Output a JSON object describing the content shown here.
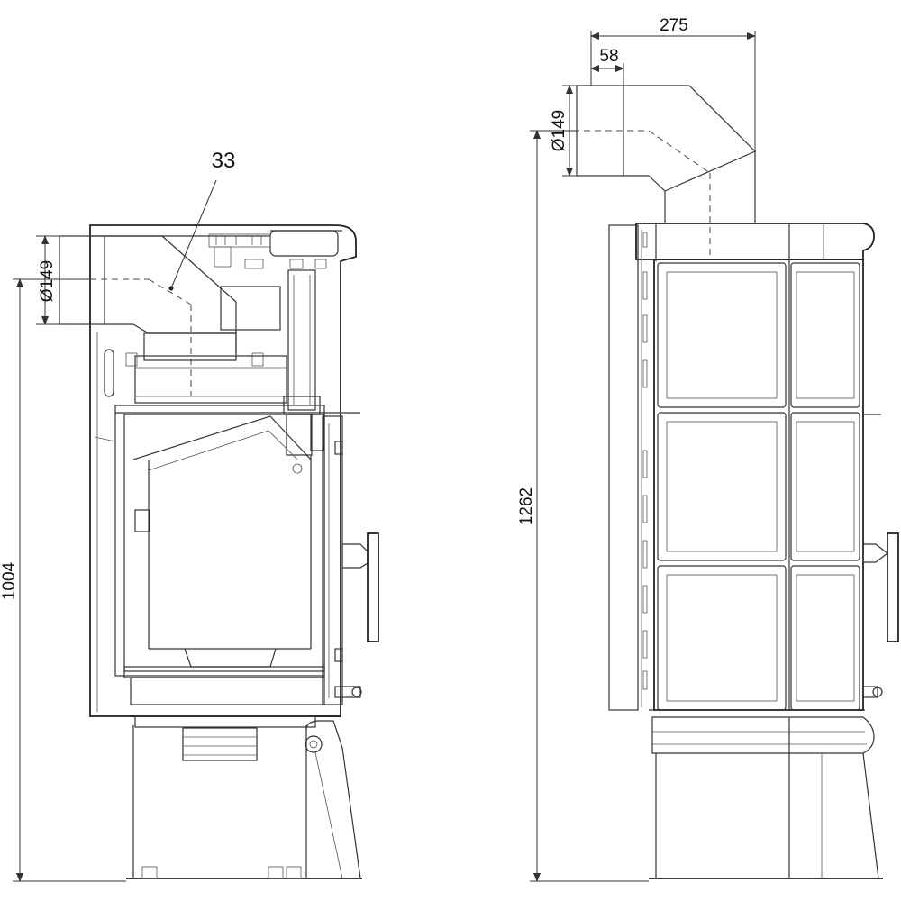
{
  "callout_label": "33",
  "dimensions": {
    "side_height": "1004",
    "side_pipe_diameter": "Ø149",
    "front_height": "1262",
    "front_pipe_diameter": "Ø149",
    "top_width": "275",
    "top_offset": "58"
  },
  "colors": {
    "line": "#333333",
    "background": "#ffffff"
  }
}
